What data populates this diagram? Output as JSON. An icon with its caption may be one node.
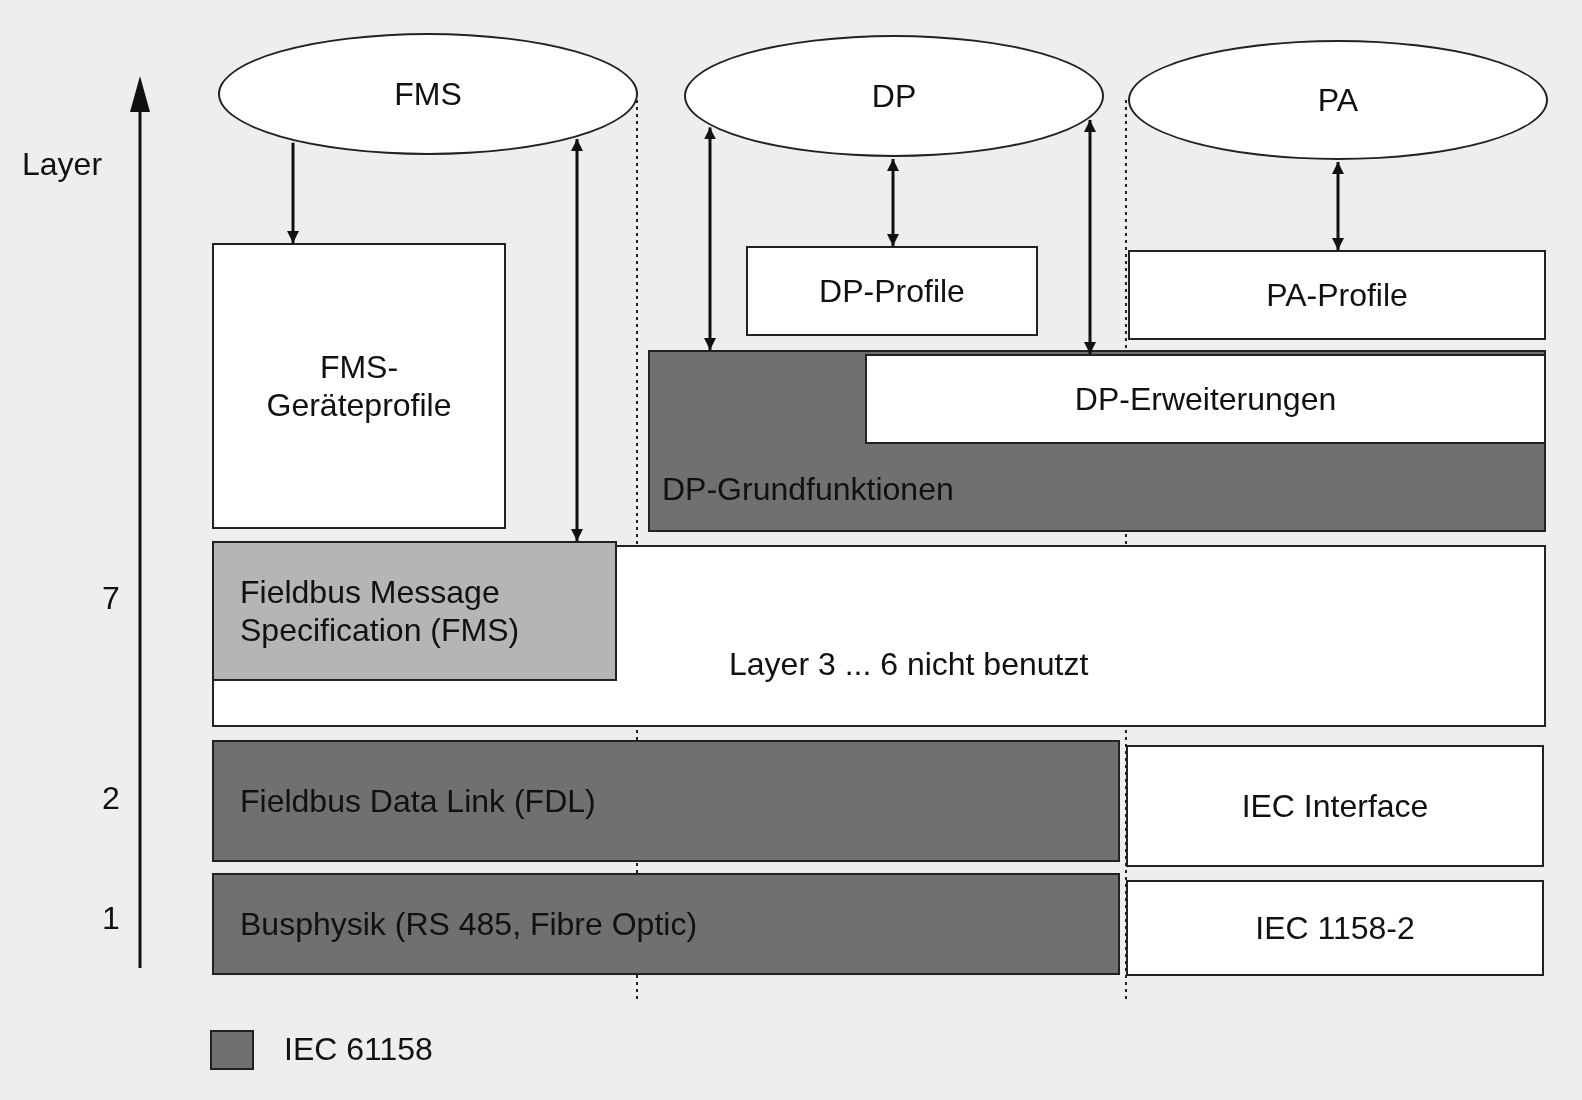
{
  "diagram": {
    "nodes": [
      {
        "text": [
          "FMS"
        ]
      },
      {
        "text": [
          "DP"
        ]
      },
      {
        "text": [
          "PA"
        ]
      },
      {
        "text": [
          "FMS- Geräteprofile"
        ]
      },
      {
        "text": [
          "DP-Profile"
        ]
      },
      {
        "text": [
          "PA-Profile"
        ]
      },
      {
        "text": [
          "DP-Grundfunktionen"
        ]
      },
      {
        "text": [
          "DP-Erweiterungen"
        ],
        "in": 6
      },
      {
        "text": [
          "Layer 3 ... 6 nicht benutzt"
        ]
      },
      {
        "text": [
          "Fieldbus Message Specification (FMS)"
        ],
        "in": 8
      },
      {
        "text": [
          "Fieldbus Data Link (FDL)"
        ]
      },
      {
        "text": [
          "IEC Interface"
        ]
      },
      {
        "text": [
          "Busphysik (RS 485, Fibre Optic)"
        ]
      },
      {
        "text": [
          "IEC 1158-2"
        ]
      }
    ],
    "edges": [
      {
        "from": 0,
        "to": 3,
        "arrow": "to"
      },
      {
        "from": 0,
        "to": 9,
        "arrow": "both"
      },
      {
        "from": 1,
        "to": 6,
        "arrow": "both"
      },
      {
        "from": 1,
        "to": 4,
        "arrow": "both"
      },
      {
        "from": 1,
        "to": 7,
        "arrow": "both"
      },
      {
        "from": 2,
        "to": 5,
        "arrow": "both"
      }
    ],
    "labels": [
      "Layer",
      "7",
      "2",
      "1"
    ],
    "legend": [
      {
        "text": "IEC 61158",
        "color": "#707070"
      }
    ]
  }
}
